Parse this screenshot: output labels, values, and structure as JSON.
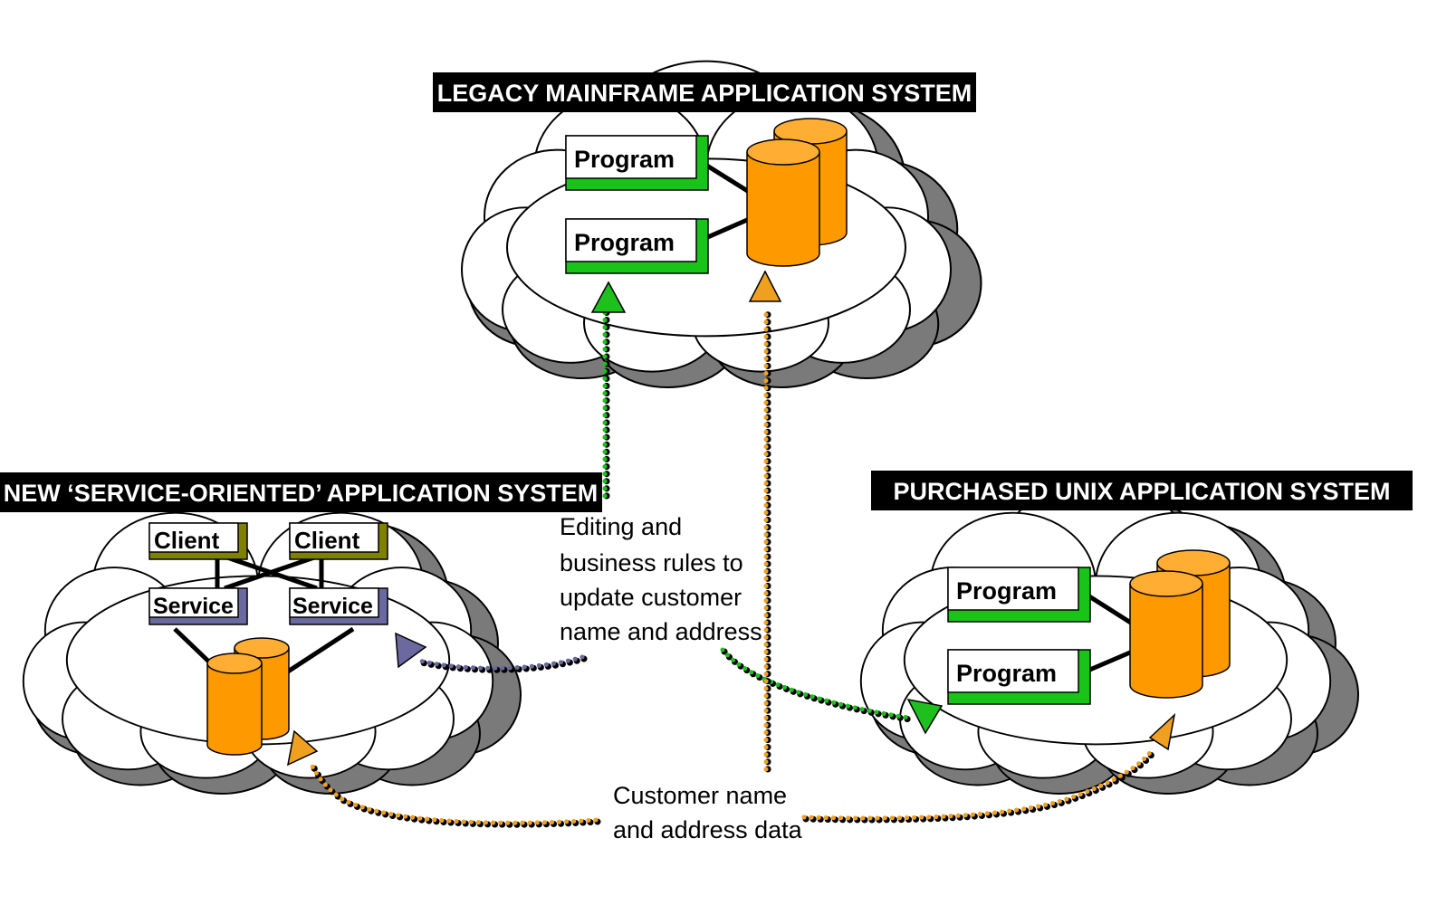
{
  "systems": {
    "legacy": {
      "title": "LEGACY MAINFRAME APPLICATION SYSTEM",
      "programs": [
        "Program",
        "Program"
      ]
    },
    "soa": {
      "title": "NEW ‘SERVICE-ORIENTED’ APPLICATION SYSTEM",
      "clients": [
        "Client",
        "Client"
      ],
      "services": [
        "Service",
        "Service"
      ]
    },
    "unix": {
      "title": "PURCHASED UNIX APPLICATION SYSTEM",
      "programs": [
        "Program",
        "Program"
      ]
    }
  },
  "annotations": {
    "rules": [
      "Editing and",
      "business rules to",
      "update customer",
      "name and address"
    ],
    "data": [
      "Customer name",
      "and address data"
    ]
  },
  "colors": {
    "cloud_shadow": "#7a7a7a",
    "cloud_fill": "#ffffff",
    "title_bg": "#000000",
    "program_accent": "#19c419",
    "client_accent": "#808000",
    "service_accent": "#6a6aa0",
    "database": "#ff9900",
    "flow_rules": "#1ec01e",
    "flow_data": "#f0a020",
    "flow_service": "#6a6aa0"
  }
}
